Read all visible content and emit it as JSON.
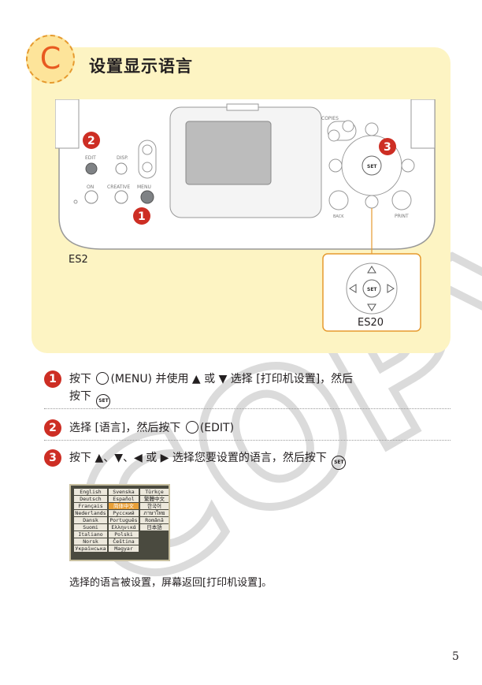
{
  "section": {
    "badge": "C",
    "title": "设置显示语言"
  },
  "diagram": {
    "model_es2": "ES2",
    "model_es20": "ES20",
    "buttons": {
      "edit": "EDIT",
      "disp": "DISP.",
      "on": "ON",
      "creative": "CREATIVE",
      "menu": "MENU",
      "copies": "COPIES",
      "back": "BACK",
      "print": "PRINT",
      "set": "SET"
    },
    "callouts": [
      "1",
      "2",
      "3"
    ]
  },
  "steps": [
    {
      "num": "1",
      "text_a": "按下 ",
      "text_b": "(MENU) 并使用 ▲ 或 ▼ 选择 [打印机设置]，然后",
      "text_c": "按下 "
    },
    {
      "num": "2",
      "text_a": "选择 [语言]，然后按下 ",
      "text_b": "(EDIT)"
    },
    {
      "num": "3",
      "text_a": "按下 ▲、▼、◀ 或 ▶ 选择您要设置的语言，然后按下 "
    }
  ],
  "languages": [
    [
      "English",
      "Svenska",
      "Türkçe"
    ],
    [
      "Deutsch",
      "Español",
      "繁體中文"
    ],
    [
      "Français",
      "简体中文",
      "한국어"
    ],
    [
      "Nederlands",
      "Русский",
      "ภาษาไทย"
    ],
    [
      "Dansk",
      "Português",
      "Română"
    ],
    [
      "Suomi",
      "Ελληνικά",
      "日本語"
    ],
    [
      "Italiano",
      "Polski",
      ""
    ],
    [
      "Norsk",
      "Čeština",
      ""
    ],
    [
      "Українська",
      "Magyar",
      ""
    ]
  ],
  "selected_language": "简体中文",
  "result_text": "选择的语言被设置，屏幕返回[打印机设置]。",
  "watermark": "COPY",
  "page_number": "5",
  "colors": {
    "panel": "#fdf4c3",
    "accent": "#cd2e24",
    "callout": "#e69a2e"
  }
}
